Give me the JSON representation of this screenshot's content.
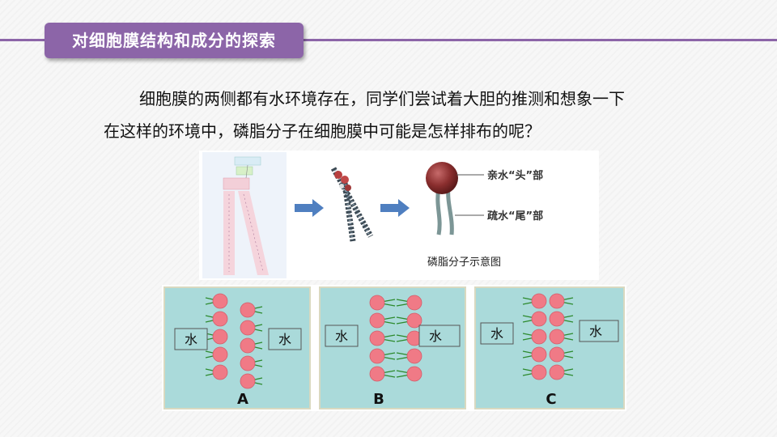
{
  "slide": {
    "title": "对细胞膜结构和成分的探索",
    "paragraph_line1": "细胞膜的两侧都有水环境存在，同学们尝试着大胆的推测和想象一下",
    "paragraph_line2": "在这样的环境中，磷脂分子在细胞膜中可能是怎样排布的呢？"
  },
  "figure_top": {
    "head_label": "亲水“头”部",
    "tail_label": "疏水“尾”部",
    "caption": "磷脂分子示意图"
  },
  "figure_bottom": {
    "water_label": "水",
    "options": [
      {
        "letter": "A"
      },
      {
        "letter": "B"
      },
      {
        "letter": "C"
      }
    ]
  },
  "colors": {
    "accent": "#8c65a8",
    "panel_bg": "#aadada",
    "head_pink": "#f07a86",
    "tail_green": "#2d8a2d"
  }
}
